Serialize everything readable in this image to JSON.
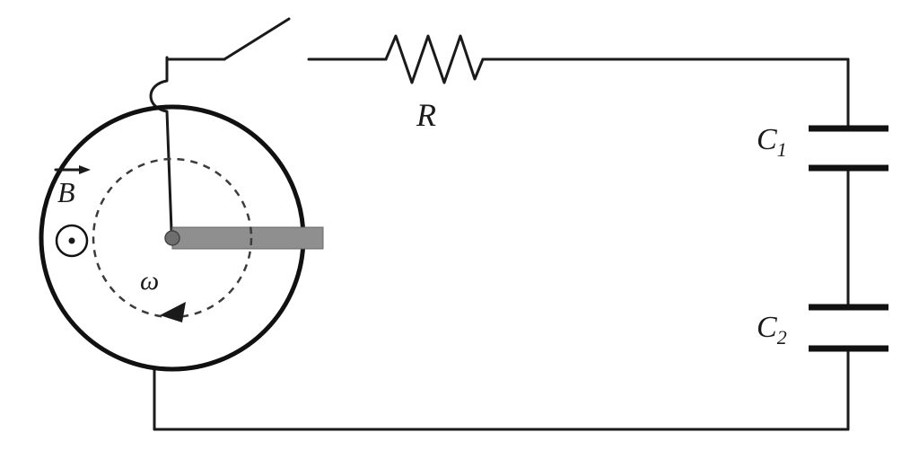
{
  "labels": {
    "magnetic_field": "B",
    "angular_velocity": "ω",
    "resistor": "R",
    "capacitor1": {
      "letter": "C",
      "sub": "1"
    },
    "capacitor2": {
      "letter": "C",
      "sub": "2"
    }
  },
  "symbols": {
    "field_direction": "out-of-page (circle with center dot)",
    "rotation_direction": "dashed circular arrow",
    "switch_state": "open"
  },
  "colors": {
    "line": "#1a1a1a",
    "rod_fill": "#8f8f8f",
    "dashed_arc": "#3c3c3c",
    "background": "#ffffff"
  }
}
